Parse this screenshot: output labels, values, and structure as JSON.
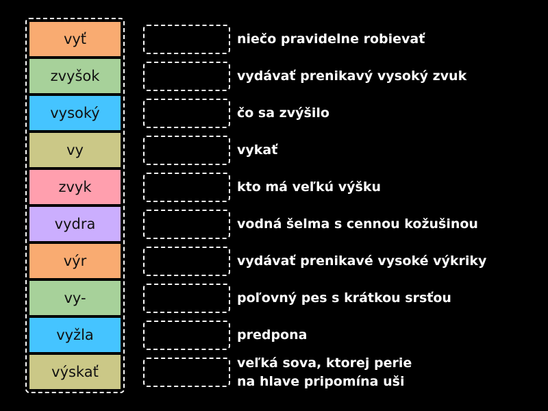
{
  "tiles": [
    {
      "label": "vyť",
      "color": "#f9ab71"
    },
    {
      "label": "zvyšok",
      "color": "#a7d19a"
    },
    {
      "label": "vysoký",
      "color": "#45c4ff"
    },
    {
      "label": "vy",
      "color": "#cbc887"
    },
    {
      "label": "zvyk",
      "color": "#ff9fae"
    },
    {
      "label": "vydra",
      "color": "#cbaefe"
    },
    {
      "label": "výr",
      "color": "#f9ab71"
    },
    {
      "label": "vy-",
      "color": "#a7d19a"
    },
    {
      "label": "vyžla",
      "color": "#45c4ff"
    },
    {
      "label": "výskať",
      "color": "#cbc887"
    }
  ],
  "clues": [
    "niečo pravidelne robievať",
    "vydávať prenikavý vysoký zvuk",
    "čo sa zvýšilo",
    "vykať",
    "kto má veľkú výšku",
    "vodná šelma s cennou kožušinou",
    "vydávať prenikavé vysoké výkriky",
    "poľovný pes s krátkou srsťou",
    "predpona",
    "veľká sova, ktorej perie\nna hlave pripomína uši"
  ]
}
